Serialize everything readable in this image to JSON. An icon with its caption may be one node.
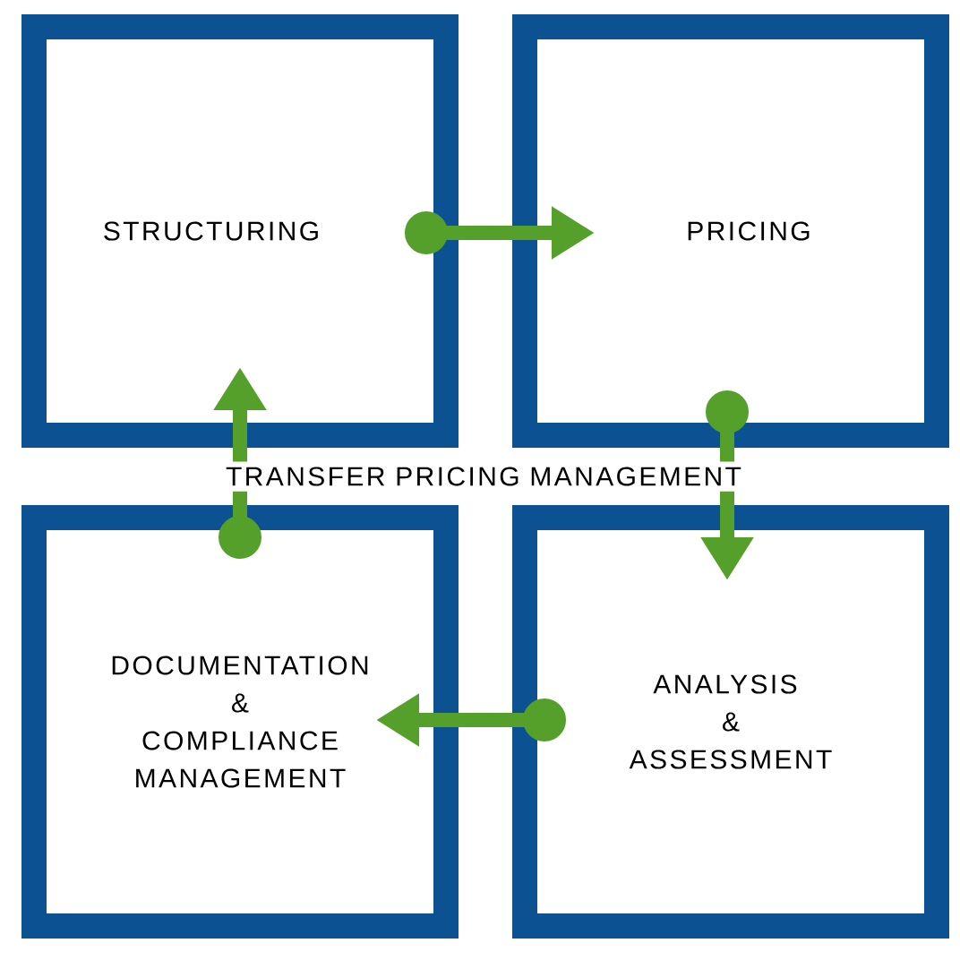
{
  "diagram": {
    "title": "TRANSFER PRICING MANAGEMENT",
    "nodes": [
      {
        "text": [
          "STRUCTURING"
        ]
      },
      {
        "text": [
          "PRICING"
        ]
      },
      {
        "text": [
          "DOCUMENTATION & COMPLIANCE MANAGEMENT"
        ]
      },
      {
        "text": [
          "ANALYSIS & ASSESSMENT"
        ]
      }
    ],
    "edges": [
      {
        "from": 0,
        "to": 1,
        "arrow": "to"
      },
      {
        "from": 1,
        "to": 3,
        "arrow": "to"
      },
      {
        "from": 3,
        "to": 2,
        "arrow": "to"
      },
      {
        "from": 2,
        "to": 0,
        "arrow": "to"
      }
    ]
  }
}
